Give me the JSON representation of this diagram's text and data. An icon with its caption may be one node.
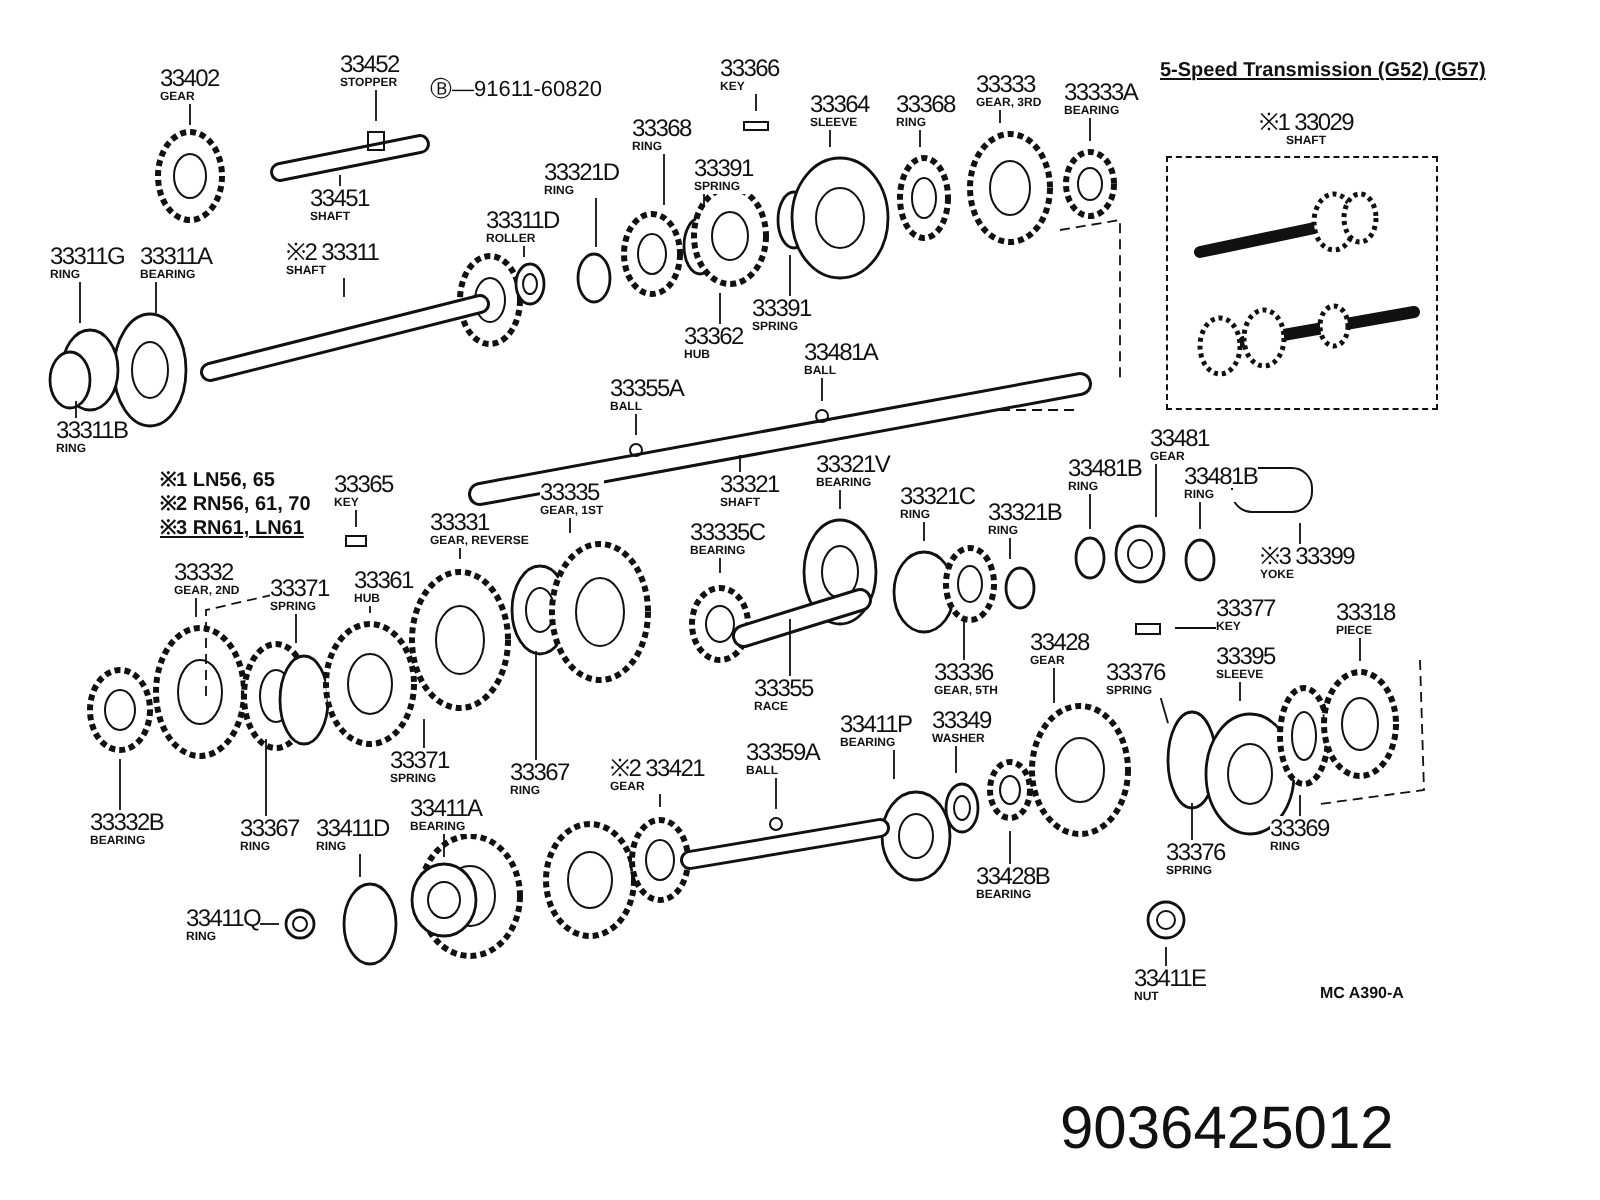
{
  "diagram": {
    "title": "5-Speed Transmission (G52) (G57)",
    "nodes": [
      {
        "text": [
          "33402",
          "GEAR"
        ]
      },
      {
        "text": [
          "33452",
          "STOPPER"
        ]
      },
      {
        "text": [
          "33451",
          "SHAFT"
        ]
      },
      {
        "text": [
          "33311G",
          "RING"
        ]
      },
      {
        "text": [
          "33311A",
          "BEARING"
        ]
      },
      {
        "text": [
          "※2 33311",
          "SHAFT"
        ]
      },
      {
        "text": [
          "33311D",
          "ROLLER"
        ]
      },
      {
        "text": [
          "33311B",
          "RING"
        ]
      },
      {
        "text": [
          "33368",
          "RING"
        ]
      },
      {
        "text": [
          "33321D",
          "RING"
        ]
      },
      {
        "text": [
          "33366",
          "KEY"
        ]
      },
      {
        "text": [
          "33391",
          "SPRING"
        ]
      },
      {
        "text": [
          "33364",
          "SLEEVE"
        ]
      },
      {
        "text": [
          "33368",
          "RING"
        ]
      },
      {
        "text": [
          "33333",
          "GEAR, 3RD"
        ]
      },
      {
        "text": [
          "33333A",
          "BEARING"
        ]
      },
      {
        "text": [
          "※1 33029",
          "SHAFT"
        ]
      },
      {
        "text": [
          "33362",
          "HUB"
        ]
      },
      {
        "text": [
          "33391",
          "SPRING"
        ]
      },
      {
        "text": [
          "33481A",
          "BALL"
        ]
      },
      {
        "text": [
          "33355A",
          "BALL"
        ]
      },
      {
        "text": [
          "33321",
          "SHAFT"
        ]
      },
      {
        "text": [
          "33321V",
          "BEARING"
        ]
      },
      {
        "text": [
          "33321C",
          "RING"
        ]
      },
      {
        "text": [
          "33321B",
          "RING"
        ]
      },
      {
        "text": [
          "33481",
          "GEAR"
        ]
      },
      {
        "text": [
          "33481B",
          "RING"
        ]
      },
      {
        "text": [
          "33481B",
          "RING"
        ]
      },
      {
        "text": [
          "※3 33399",
          "YOKE"
        ]
      },
      {
        "text": [
          "33365",
          "KEY"
        ]
      },
      {
        "text": [
          "33331",
          "GEAR, REVERSE"
        ]
      },
      {
        "text": [
          "33335",
          "GEAR, 1ST"
        ]
      },
      {
        "text": [
          "33335C",
          "BEARING"
        ]
      },
      {
        "text": [
          "33332",
          "GEAR, 2ND"
        ]
      },
      {
        "text": [
          "33371",
          "SPRING"
        ]
      },
      {
        "text": [
          "33361",
          "HUB"
        ]
      },
      {
        "text": [
          "33377",
          "KEY"
        ]
      },
      {
        "text": [
          "33376",
          "SPRING"
        ]
      },
      {
        "text": [
          "33395",
          "SLEEVE"
        ]
      },
      {
        "text": [
          "33318",
          "PIECE"
        ]
      },
      {
        "text": [
          "33336",
          "GEAR, 5TH"
        ]
      },
      {
        "text": [
          "33428",
          "GEAR"
        ]
      },
      {
        "text": [
          "33355",
          "RACE"
        ]
      },
      {
        "text": [
          "33367",
          "RING"
        ]
      },
      {
        "text": [
          "33371",
          "SPRING"
        ]
      },
      {
        "text": [
          "33367",
          "RING"
        ]
      },
      {
        "text": [
          "33332B",
          "BEARING"
        ]
      },
      {
        "text": [
          "33411D",
          "RING"
        ]
      },
      {
        "text": [
          "33411A",
          "BEARING"
        ]
      },
      {
        "text": [
          "※2 33421",
          "GEAR"
        ]
      },
      {
        "text": [
          "33359A",
          "BALL"
        ]
      },
      {
        "text": [
          "33411P",
          "BEARING"
        ]
      },
      {
        "text": [
          "33349",
          "WASHER"
        ]
      },
      {
        "text": [
          "33428B",
          "BEARING"
        ]
      },
      {
        "text": [
          "33376",
          "SPRING"
        ]
      },
      {
        "text": [
          "33369",
          "RING"
        ]
      },
      {
        "text": [
          "33411Q",
          "RING"
        ]
      },
      {
        "text": [
          "33411E",
          "NUT"
        ]
      }
    ],
    "edges": [
      {
        "from": 0,
        "to": null,
        "arrow": "none"
      },
      {
        "from": 1,
        "to": null,
        "arrow": "none"
      },
      {
        "from": 2,
        "to": null,
        "arrow": "none"
      },
      {
        "from": 3,
        "to": null,
        "arrow": "none"
      },
      {
        "from": 4,
        "to": null,
        "arrow": "none"
      },
      {
        "from": 5,
        "to": null,
        "arrow": "none"
      },
      {
        "from": 6,
        "to": null,
        "arrow": "none"
      },
      {
        "from": 7,
        "to": null,
        "arrow": "none"
      },
      {
        "from": 8,
        "to": null,
        "arrow": "none"
      },
      {
        "from": 9,
        "to": null,
        "arrow": "none"
      },
      {
        "from": 10,
        "to": null,
        "arrow": "none"
      },
      {
        "from": 11,
        "to": null,
        "arrow": "none"
      },
      {
        "from": 12,
        "to": null,
        "arrow": "none"
      },
      {
        "from": 13,
        "to": null,
        "arrow": "none"
      },
      {
        "from": 14,
        "to": null,
        "arrow": "none"
      },
      {
        "from": 15,
        "to": null,
        "arrow": "none"
      },
      {
        "from": 17,
        "to": null,
        "arrow": "none"
      },
      {
        "from": 18,
        "to": null,
        "arrow": "none"
      },
      {
        "from": 19,
        "to": null,
        "arrow": "none"
      },
      {
        "from": 20,
        "to": null,
        "arrow": "none"
      },
      {
        "from": 21,
        "to": null,
        "arrow": "none"
      },
      {
        "from": 22,
        "to": null,
        "arrow": "none"
      },
      {
        "from": 23,
        "to": null,
        "arrow": "none"
      },
      {
        "from": 24,
        "to": null,
        "arrow": "none"
      },
      {
        "from": 25,
        "to": null,
        "arrow": "none"
      },
      {
        "from": 26,
        "to": null,
        "arrow": "none"
      },
      {
        "from": 27,
        "to": null,
        "arrow": "none"
      },
      {
        "from": 28,
        "to": null,
        "arrow": "none"
      },
      {
        "from": 29,
        "to": null,
        "arrow": "none"
      },
      {
        "from": 30,
        "to": null,
        "arrow": "none"
      },
      {
        "from": 31,
        "to": null,
        "arrow": "none"
      },
      {
        "from": 32,
        "to": null,
        "arrow": "none"
      },
      {
        "from": 33,
        "to": null,
        "arrow": "none"
      },
      {
        "from": 34,
        "to": null,
        "arrow": "none"
      },
      {
        "from": 35,
        "to": null,
        "arrow": "none"
      },
      {
        "from": 36,
        "to": null,
        "arrow": "none"
      },
      {
        "from": 37,
        "to": null,
        "arrow": "none"
      },
      {
        "from": 38,
        "to": null,
        "arrow": "none"
      },
      {
        "from": 39,
        "to": null,
        "arrow": "none"
      },
      {
        "from": 40,
        "to": null,
        "arrow": "none"
      },
      {
        "from": 41,
        "to": null,
        "arrow": "none"
      },
      {
        "from": 42,
        "to": null,
        "arrow": "none"
      },
      {
        "from": 43,
        "to": null,
        "arrow": "none"
      },
      {
        "from": 44,
        "to": null,
        "arrow": "none"
      },
      {
        "from": 45,
        "to": null,
        "arrow": "none"
      },
      {
        "from": 46,
        "to": null,
        "arrow": "none"
      },
      {
        "from": 47,
        "to": null,
        "arrow": "none"
      },
      {
        "from": 48,
        "to": null,
        "arrow": "none"
      },
      {
        "from": 49,
        "to": null,
        "arrow": "none"
      },
      {
        "from": 50,
        "to": null,
        "arrow": "none"
      },
      {
        "from": 51,
        "to": null,
        "arrow": "none"
      },
      {
        "from": 52,
        "to": null,
        "arrow": "none"
      },
      {
        "from": 53,
        "to": null,
        "arrow": "none"
      },
      {
        "from": 54,
        "to": null,
        "arrow": "none"
      },
      {
        "from": 55,
        "to": null,
        "arrow": "none"
      },
      {
        "from": 56,
        "to": null,
        "arrow": "none"
      },
      {
        "from": 57,
        "to": null,
        "arrow": "none"
      }
    ],
    "labels": [
      "Ⓑ—91611-60820",
      "※1 LN56, 65",
      "※2 RN56, 61, 70",
      "※3 RN61, LN61",
      "MC A390-A",
      "9036425012"
    ]
  }
}
